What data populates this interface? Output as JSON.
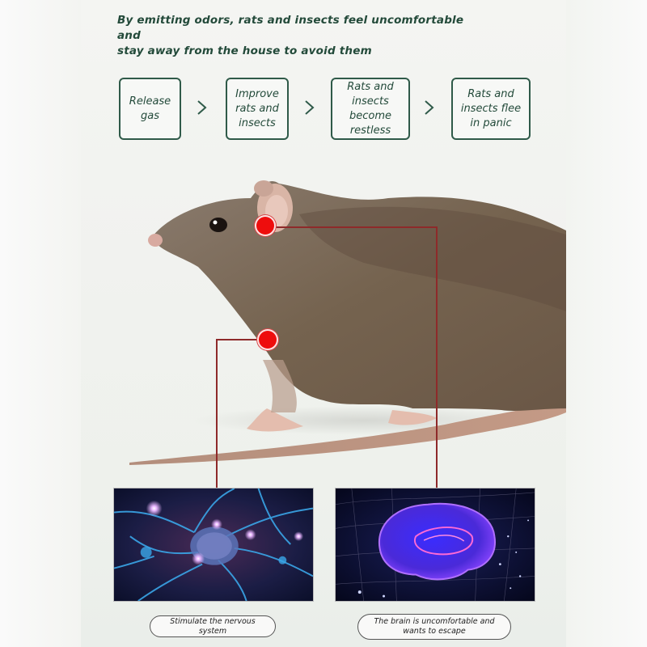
{
  "headline": {
    "line1": "By emitting odors, rats and insects feel uncomfortable and",
    "line2": "stay away from the house to avoid them"
  },
  "steps": [
    {
      "label": "Release gas"
    },
    {
      "label": "Improve rats and insects"
    },
    {
      "label": "Rats and insects become restless"
    },
    {
      "label": "Rats and insects flee in panic"
    }
  ],
  "arrow_icon": "chevron-right-icon",
  "illustration": {
    "subject": "rat",
    "markers": [
      {
        "name": "ear-marker",
        "target": "brain"
      },
      {
        "name": "chest-marker",
        "target": "nervous-system"
      }
    ]
  },
  "panels": [
    {
      "image": "neurons-image",
      "caption": "Stimulate the nervous system"
    },
    {
      "image": "brain-image",
      "caption": "The brain is uncomfortable and wants to escape"
    }
  ],
  "colors": {
    "text_green": "#234a3a",
    "box_border": "#2f5a49",
    "marker_red": "#ee0d0d",
    "line_red": "#8e2a2a"
  }
}
